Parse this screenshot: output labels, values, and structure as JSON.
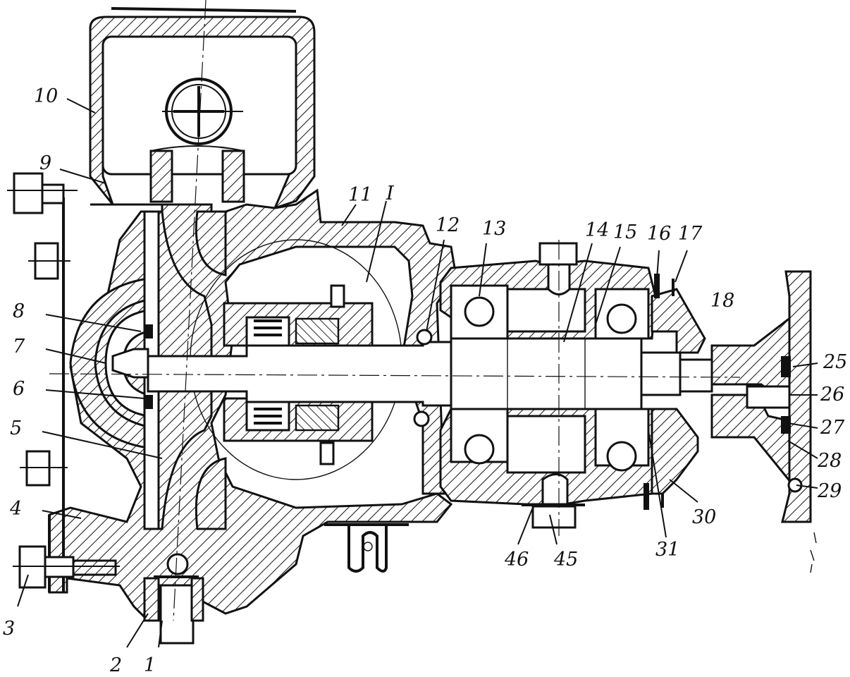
{
  "figure": {
    "callouts": [
      {
        "id": "c1",
        "text": "1"
      },
      {
        "id": "c2",
        "text": "2"
      },
      {
        "id": "c3",
        "text": "3"
      },
      {
        "id": "c4",
        "text": "4"
      },
      {
        "id": "c5",
        "text": "5"
      },
      {
        "id": "c6",
        "text": "6"
      },
      {
        "id": "c7",
        "text": "7"
      },
      {
        "id": "c8",
        "text": "8"
      },
      {
        "id": "c9",
        "text": "9"
      },
      {
        "id": "c10",
        "text": "10"
      },
      {
        "id": "c11",
        "text": "11"
      },
      {
        "id": "cI",
        "text": "I"
      },
      {
        "id": "c12",
        "text": "12"
      },
      {
        "id": "c13",
        "text": "13"
      },
      {
        "id": "c14",
        "text": "14"
      },
      {
        "id": "c15",
        "text": "15"
      },
      {
        "id": "c16",
        "text": "16"
      },
      {
        "id": "c17",
        "text": "17"
      },
      {
        "id": "c18",
        "text": "18"
      },
      {
        "id": "c25",
        "text": "25"
      },
      {
        "id": "c26",
        "text": "26"
      },
      {
        "id": "c27",
        "text": "27"
      },
      {
        "id": "c28",
        "text": "28"
      },
      {
        "id": "c29",
        "text": "29"
      },
      {
        "id": "c30",
        "text": "30"
      },
      {
        "id": "c31",
        "text": "31"
      },
      {
        "id": "c45",
        "text": "45"
      },
      {
        "id": "c46",
        "text": "46"
      }
    ]
  }
}
